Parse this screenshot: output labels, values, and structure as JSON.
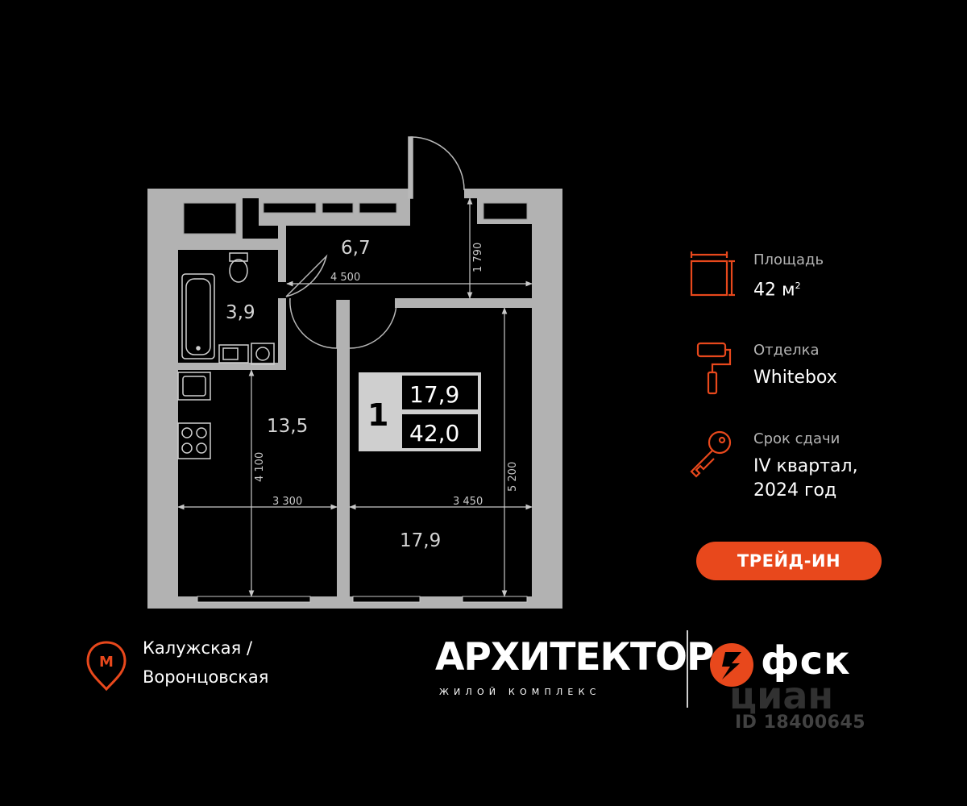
{
  "plan": {
    "rooms": [
      {
        "id": "hall",
        "area": "6,7"
      },
      {
        "id": "bathroom",
        "area": "3,9"
      },
      {
        "id": "kitchen",
        "area": "13,5"
      },
      {
        "id": "bedroom",
        "area": "17,9"
      }
    ],
    "dimensions": {
      "hall_width": "4 500",
      "hall_depth": "1 790",
      "kitchen_width": "3 300",
      "kitchen_depth": "4 100",
      "bedroom_width": "3 450",
      "bedroom_depth": "5 200"
    },
    "badge": {
      "rooms_count": "1",
      "living_area": "17,9",
      "total_area": "42,0"
    }
  },
  "info": {
    "area": {
      "label": "Площадь",
      "value": "42 м",
      "unit_sup": "2"
    },
    "finish": {
      "label": "Отделка",
      "value": "Whitebox"
    },
    "deadline": {
      "label": "Срок сдачи",
      "value_line1": "IV квартал,",
      "value_line2": "2024 год"
    }
  },
  "trade_in_label": "ТРЕЙД-ИН",
  "metro": {
    "line1": "Калужская /",
    "line2": "Воронцовская",
    "icon_letter": "М"
  },
  "brand": {
    "name": "АРХИТЕКТОР",
    "subtitle": "ЖИЛОЙ КОМПЛЕКС",
    "developer": "фск"
  },
  "watermark": {
    "logo": "циан",
    "id": "ID 18400645"
  },
  "colors": {
    "accent": "#e8481c",
    "wall": "#b2b2b2",
    "background": "#000000"
  }
}
